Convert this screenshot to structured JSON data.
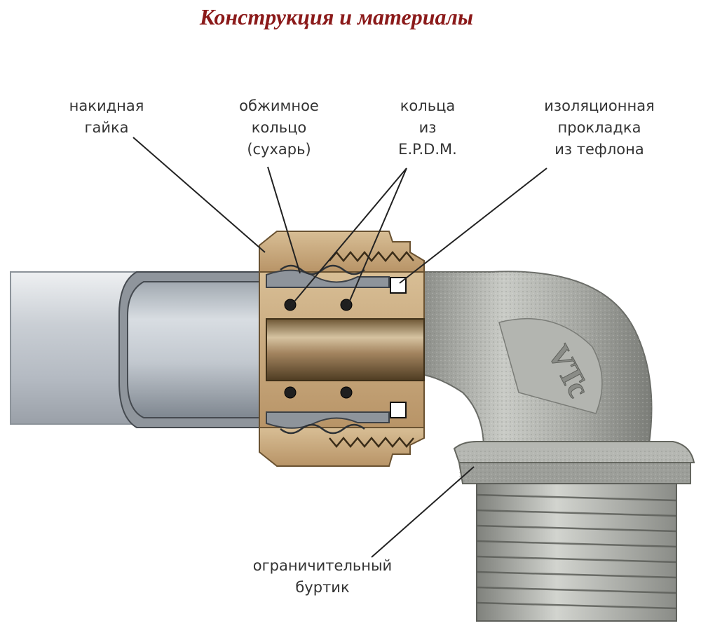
{
  "title": "Конструкция и материалы",
  "labels": {
    "nut": [
      "накидная",
      "гайка"
    ],
    "crimp_ring": [
      "обжимное",
      "кольцо",
      "(сухарь)"
    ],
    "epdm_rings": [
      "кольца",
      "из",
      "E.P.D.M."
    ],
    "teflon_gasket": [
      "изоляционная",
      "прокладка",
      "из тефлона"
    ],
    "collar": [
      "ограничительный",
      "буртик"
    ]
  },
  "fitting_mark": "VTc",
  "colors": {
    "title": "#8b1a1a",
    "brass": "#c9a77a",
    "pipe": "#d4d8dc",
    "nickel": "#a9aba6",
    "label_text": "#333333"
  }
}
